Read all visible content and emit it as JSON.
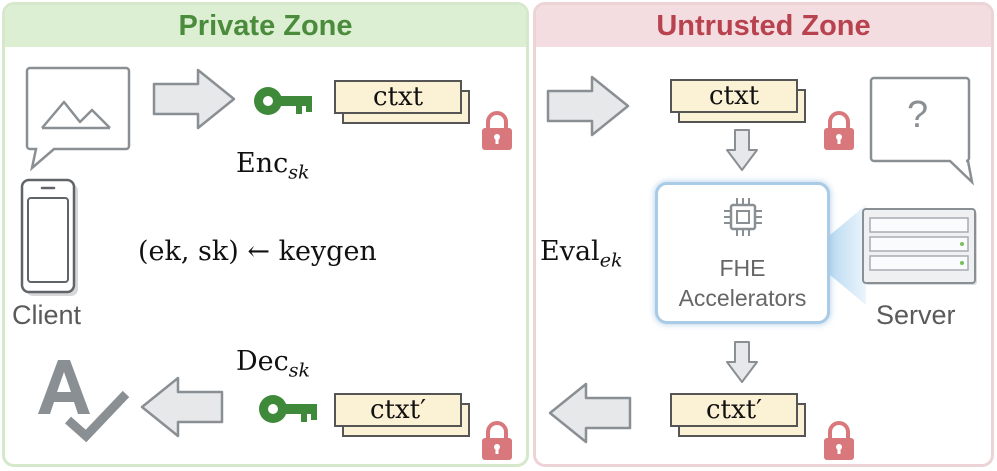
{
  "zones": {
    "private": {
      "title": "Private Zone",
      "color": "#4a8c3c"
    },
    "untrusted": {
      "title": "Untrusted Zone",
      "color": "#b8434f"
    }
  },
  "labels": {
    "client": "Client",
    "server": "Server",
    "fhe_line1": "FHE",
    "fhe_line2": "Accelerators",
    "question": "?"
  },
  "math": {
    "enc": "Enc",
    "enc_sub": "sk",
    "dec": "Dec",
    "dec_sub": "sk",
    "eval": "Eval",
    "eval_sub": "ek",
    "keygen": "(ek, sk) ← keygen"
  },
  "ciphertexts": {
    "ctxt": "ctxt",
    "ctxt_prime": "ctxt′"
  },
  "colors": {
    "key": "#3f8a3a",
    "lock": "#d9787c",
    "arrow_fill": "#e6e8ea",
    "doc_fill": "#fbf1d4",
    "fhe_border": "#a9cbe6"
  },
  "icons": [
    "image-icon",
    "phone-icon",
    "key-icon",
    "lock-icon",
    "question-bubble-icon",
    "chip-icon",
    "server-icon",
    "spellcheck-icon"
  ]
}
